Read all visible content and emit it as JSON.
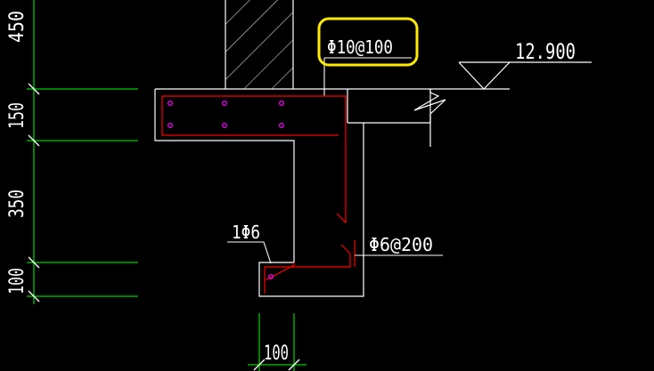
{
  "title": "",
  "labels": {
    "dim_450": "450",
    "dim_150": "150",
    "dim_350": "350",
    "dim_100_left": "100",
    "dim_100_bottom": "100",
    "rebar_top": "Φ10@100",
    "elevation": "12.900",
    "rebar_1phi6": "1Φ6",
    "rebar_phi6_200": "Φ6@200"
  },
  "colors": {
    "background": "#000000",
    "outline": "#ffffff",
    "dimension": "#00ff00",
    "rebar": "#ff0000",
    "bar_dot": "#ff00ff",
    "highlight": "#ffea00"
  }
}
